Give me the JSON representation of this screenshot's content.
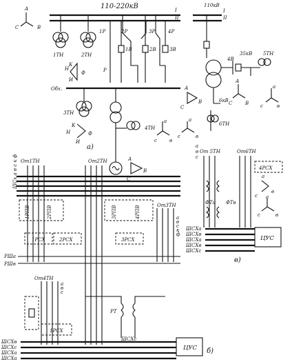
{
  "section_a": {
    "bus_voltage": "110-220кВ",
    "bus_marks": [
      "I",
      "II"
    ],
    "phases_left": [
      "A",
      "C",
      "B"
    ],
    "transformers": [
      "1ТН",
      "2ТН",
      "3ТН",
      "4ТН"
    ],
    "breakers": [
      "1В",
      "2В",
      "3В"
    ],
    "disconnectors": [
      "1Р",
      "2Р",
      "3Р",
      "4Р",
      "Р"
    ],
    "bypass_bus": "Обх.",
    "open_delta": [
      "Н",
      "К",
      "Ф",
      "И"
    ],
    "open_delta_2": [
      "К",
      "Н",
      "Ф",
      "И"
    ],
    "generator": [
      "А",
      "С",
      "В"
    ],
    "generator_phases": [
      "а",
      "с",
      "в"
    ],
    "caption": "а)"
  },
  "section_right": {
    "bus_voltage": "110кВ",
    "bus_marks": [
      "I",
      "II"
    ],
    "breaker": "4В",
    "voltage_mid": "35кВ",
    "voltage_low": "6кВ",
    "transformers": [
      "5ТН",
      "6ТН"
    ],
    "tri_1": [
      "А",
      "С",
      "В"
    ],
    "tri_2": [
      "А",
      "С",
      "В"
    ],
    "tri_3": [
      "а",
      "с",
      "в"
    ],
    "tri_4": [
      "а",
      "с",
      "в"
    ]
  },
  "section_b": {
    "from_labels": [
      "От1ТН",
      "От2ТН",
      "От3ТН",
      "От4ТН"
    ],
    "left_bus": "ШСх а в с к ф",
    "relays": [
      "1РПВ",
      "2РПВ",
      "3РПВ",
      "4РПВ"
    ],
    "switches": [
      "1РСХ",
      "2РСХ",
      "3РСХ",
      "1РСХ"
    ],
    "psh": [
      "РШа",
      "РШв"
    ],
    "rt": "РТ",
    "phases": [
      "а",
      "в",
      "с"
    ],
    "kf": [
      "к",
      "ф"
    ],
    "bottom_buses": [
      "ШСХв",
      "ШСХс",
      "ШСХа",
      "ШСХа"
    ],
    "shsx_label": "ШСХс",
    "tsus": "ЦУС",
    "caption": "б)"
  },
  "section_v": {
    "from_labels": [
      "От 5ТН",
      "От6ТН"
    ],
    "switch": "4РСХ",
    "phases": [
      "а",
      "в",
      "с"
    ],
    "ft": [
      "ФТа",
      "ФТв"
    ],
    "buses": [
      "ШСХа",
      "ШСХв",
      "ШСХа",
      "ШСХв",
      "ШСХс"
    ],
    "tsus": "ЦУС",
    "tri": [
      "а",
      "с",
      "в"
    ],
    "tri2": [
      "а",
      "с",
      "в"
    ],
    "caption": "в)"
  }
}
